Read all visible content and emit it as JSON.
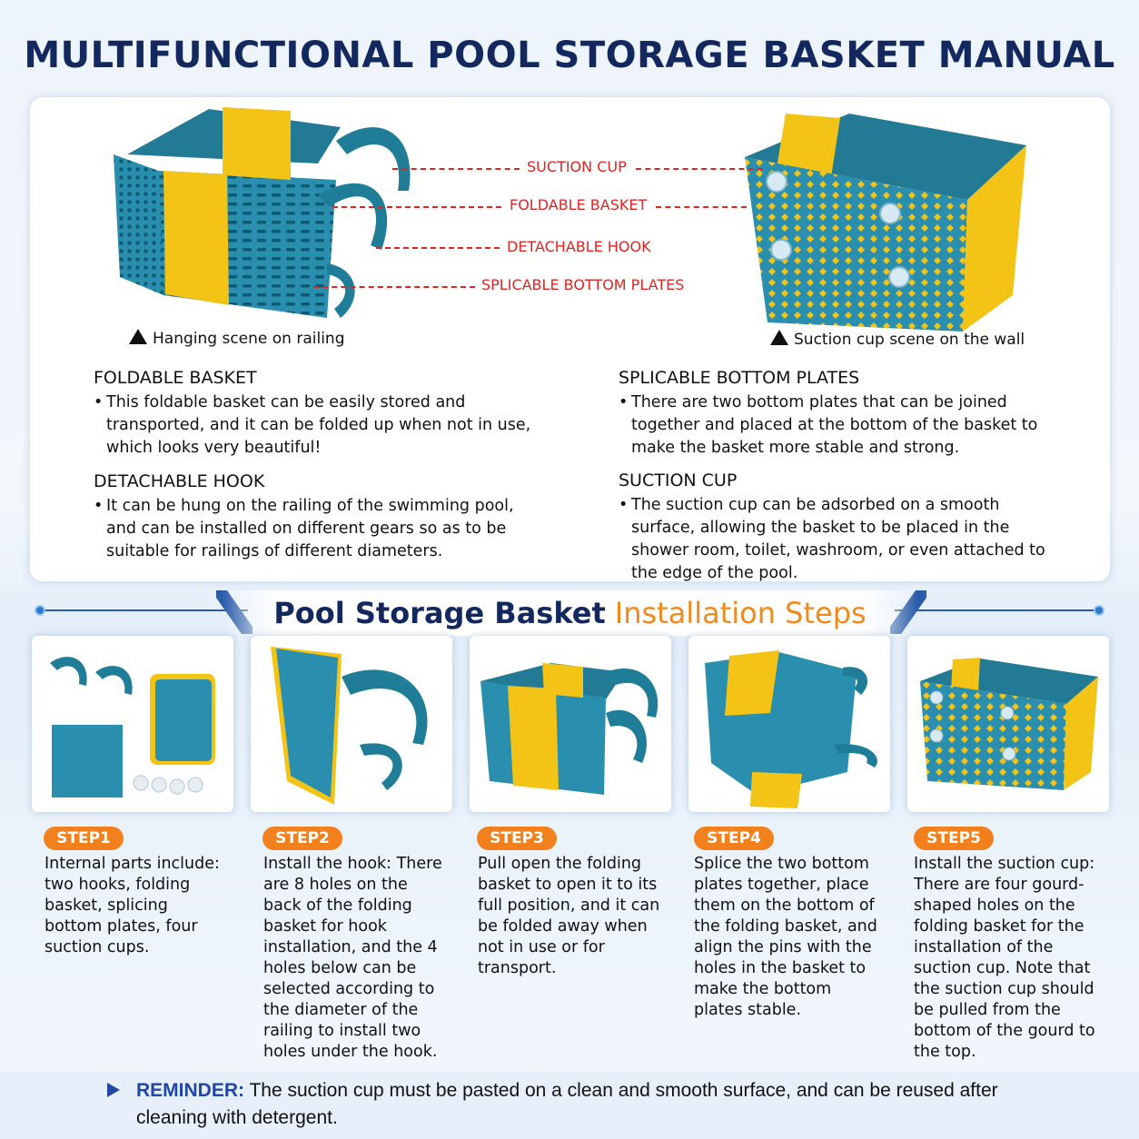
{
  "title": "MULTIFUNCTIONAL POOL STORAGE BASKET MANUAL",
  "callouts": {
    "suction_cup": "SUCTION CUP",
    "foldable_basket": "FOLDABLE BASKET",
    "detachable_hook": "DETACHABLE HOOK",
    "splicable_plates": "SPLICABLE BOTTOM PLATES"
  },
  "captions": {
    "left": "Hanging scene on railing",
    "right": "Suction cup scene on the wall"
  },
  "features": {
    "foldable": {
      "heading": "FOLDABLE BASKET",
      "text": "This foldable basket can be easily stored and transported, and it can be folded up when not in use, which looks very beautiful!"
    },
    "hook": {
      "heading": "DETACHABLE HOOK",
      "text": "It can be hung on the railing of the swimming pool, and can be installed on different gears so as to be suitable for railings of different diameters."
    },
    "plates": {
      "heading": "SPLICABLE BOTTOM PLATES",
      "text": "There are two bottom plates that can be joined together and placed at the bottom of the basket to make the basket more stable and strong."
    },
    "suction": {
      "heading": "SUCTION CUP",
      "text": "The suction cup can be adsorbed on a smooth surface, allowing the basket to be placed in the shower room, toilet, washroom, or even attached to the edge of the pool."
    }
  },
  "steps_header": {
    "part1": "Pool Storage Basket",
    "part2": "Installation Steps"
  },
  "steps": [
    {
      "label": "STEP1",
      "text": "Internal parts include: two hooks, folding basket, splicing bottom plates, four suction cups."
    },
    {
      "label": "STEP2",
      "text": "Install the hook: There are 8 holes on the back of the folding basket for hook installation, and the 4 holes below can be selected according to the diameter of the railing to install two holes under the hook."
    },
    {
      "label": "STEP3",
      "text": "Pull open the folding basket to open it to its full position, and it can be folded away when not in use or for transport."
    },
    {
      "label": "STEP4",
      "text": "Splice the two bottom plates together, place them on the bottom of the folding basket, and align the pins with the holes in the basket to make the bottom plates stable."
    },
    {
      "label": "STEP5",
      "text": "Install the suction cup: There are four gourd-shaped holes on the folding basket for the installation of the suction cup. Note that the suction cup should be pulled from the bottom of the gourd to the top."
    }
  ],
  "reminder": {
    "label": "REMINDER:",
    "text": "The suction cup must be pasted on a clean and smooth surface, and can be reused after cleaning with detergent."
  },
  "colors": {
    "teal": "#2a8fae",
    "yellow": "#f3c316",
    "navy": "#13285e",
    "orange": "#f2801c",
    "red": "#e02424"
  }
}
